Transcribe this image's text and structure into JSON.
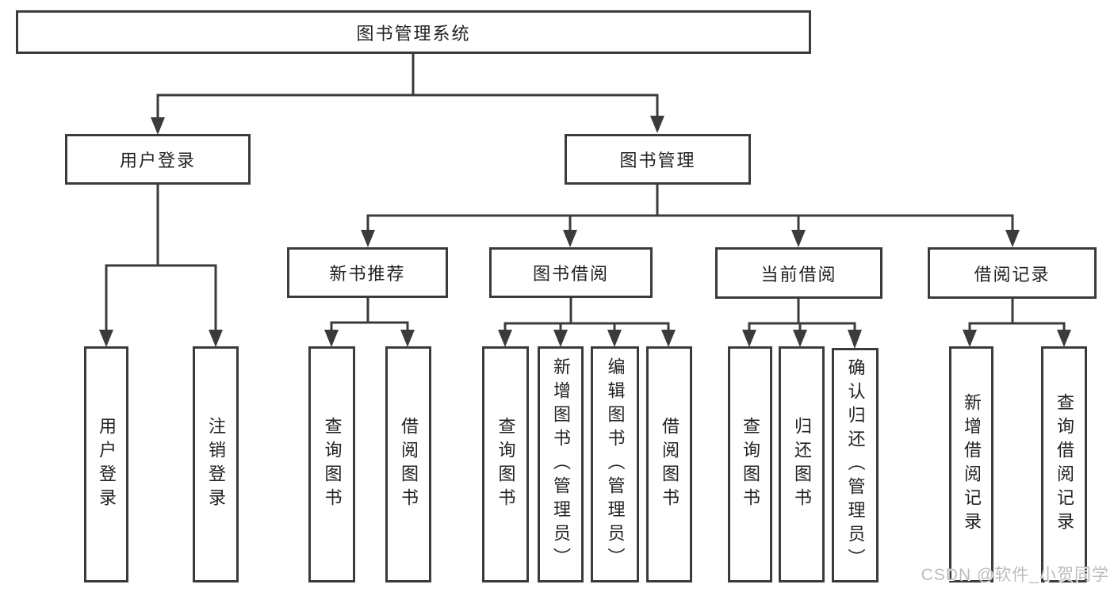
{
  "diagram": {
    "root": {
      "label": "图书管理系统"
    },
    "children": [
      {
        "label": "用户登录",
        "children": [
          {
            "label": "用户登录"
          },
          {
            "label": "注销登录"
          }
        ]
      },
      {
        "label": "图书管理",
        "children": [
          {
            "label": "新书推荐",
            "children": [
              {
                "label": "查询图书"
              },
              {
                "label": "借阅图书"
              }
            ]
          },
          {
            "label": "图书借阅",
            "children": [
              {
                "label": "查询图书"
              },
              {
                "label": "新增图书（管理员）"
              },
              {
                "label": "编辑图书（管理员）"
              },
              {
                "label": "借阅图书"
              }
            ]
          },
          {
            "label": "当前借阅",
            "children": [
              {
                "label": "查询图书"
              },
              {
                "label": "归还图书"
              },
              {
                "label": "确认归还（管理员）"
              }
            ]
          },
          {
            "label": "借阅记录",
            "children": [
              {
                "label": "新增借阅记录"
              },
              {
                "label": "查询借阅记录"
              }
            ]
          }
        ]
      }
    ]
  },
  "watermark": {
    "text": "CSDN @软件_小贺同学"
  },
  "colors": {
    "line": "#3b3b3b",
    "text": "#222222",
    "watermark": "#bcbcbc"
  }
}
